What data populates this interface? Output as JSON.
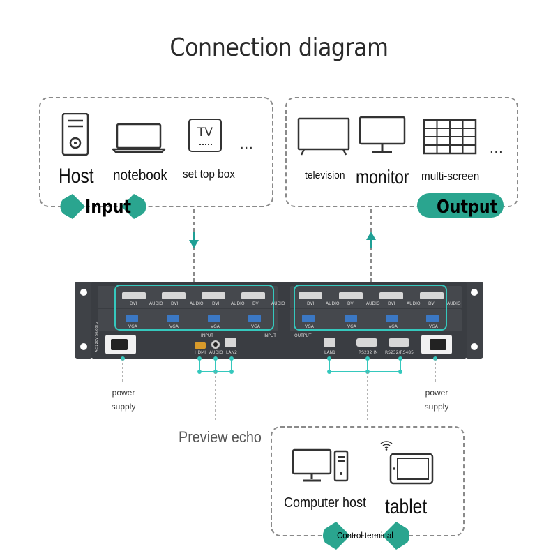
{
  "title": "Connection diagram",
  "input_panel": {
    "label": "Input",
    "items": [
      {
        "label": "Host",
        "icon": "host-tower-icon"
      },
      {
        "label": "notebook",
        "icon": "laptop-icon"
      },
      {
        "label": "set top box",
        "icon": "set-top-box-icon",
        "icon_text": "TV"
      }
    ],
    "more": "..."
  },
  "output_panel": {
    "label": "Output",
    "items": [
      {
        "label": "television",
        "icon": "television-icon"
      },
      {
        "label": "monitor",
        "icon": "monitor-icon"
      },
      {
        "label": "multi-screen",
        "icon": "video-wall-icon"
      }
    ],
    "more": "..."
  },
  "device": {
    "input_ports": [
      "DVI",
      "AUDIO",
      "DVI",
      "AUDIO",
      "DVI",
      "AUDIO",
      "DVI",
      "AUDIO",
      "VGA",
      "VGA",
      "VGA",
      "VGA"
    ],
    "output_ports": [
      "DVI",
      "AUDIO",
      "DVI",
      "AUDIO",
      "DVI",
      "AUDIO",
      "DVI",
      "AUDIO",
      "VGA",
      "VGA",
      "VGA",
      "VGA"
    ],
    "section_input": "INPUT",
    "section_output": "OUTPUT",
    "rear_labels": {
      "hdmi": "HDMI",
      "audio": "AUDIO",
      "lan2": "LAN2",
      "lan1": "LAN1",
      "rs232_in": "RS232 IN",
      "rs232_rs485": "RS232/RS485",
      "rear_input": "INPUT",
      "power_rating": "AC 220V 50/60Hz"
    }
  },
  "power_left": {
    "line1": "power",
    "line2": "supply"
  },
  "power_right": {
    "line1": "power",
    "line2": "supply"
  },
  "preview_echo": "Preview echo",
  "control_panel": {
    "label": "Control terminal",
    "items": [
      {
        "label": "Computer host",
        "icon": "desktop-computer-icon"
      },
      {
        "label": "tablet",
        "icon": "tablet-icon"
      }
    ]
  },
  "colors": {
    "accent": "#2aa58f",
    "connector": "#35c8bd",
    "device": "#3a3d42",
    "border": "#8a8a8a"
  }
}
